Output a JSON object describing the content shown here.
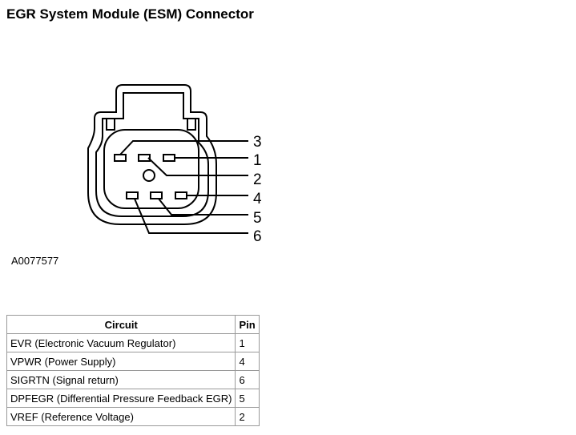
{
  "title": "EGR System Module (ESM) Connector",
  "figure_id": "A0077577",
  "pin_labels": [
    "3",
    "1",
    "2",
    "4",
    "5",
    "6"
  ],
  "table": {
    "headers": [
      "Circuit",
      "Pin"
    ],
    "rows": [
      {
        "circuit": "EVR (Electronic Vacuum Regulator)",
        "pin": "1"
      },
      {
        "circuit": "VPWR (Power Supply)",
        "pin": "4"
      },
      {
        "circuit": "SIGRTN (Signal return)",
        "pin": "6"
      },
      {
        "circuit": "DPFEGR (Differential Pressure Feedback EGR)",
        "pin": "5"
      },
      {
        "circuit": "VREF (Reference Voltage)",
        "pin": "2"
      }
    ]
  }
}
